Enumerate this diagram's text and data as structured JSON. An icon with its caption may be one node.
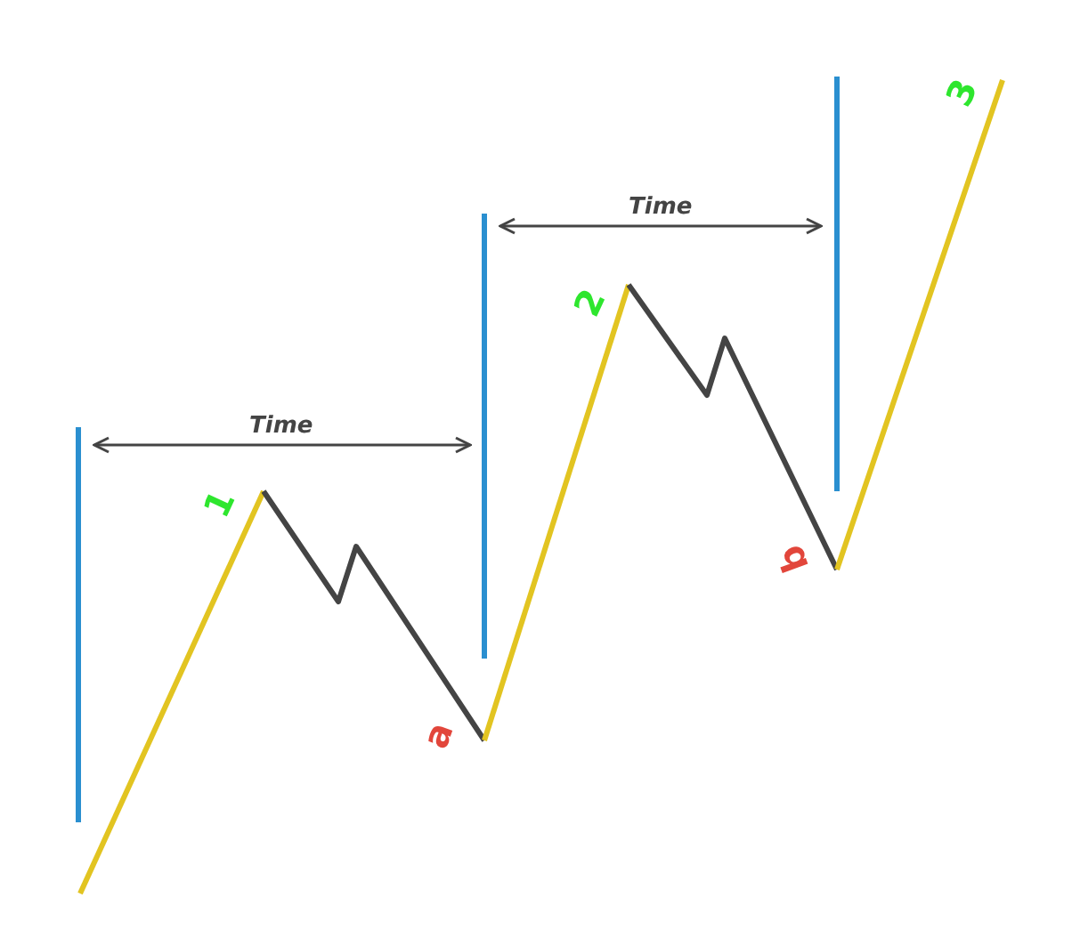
{
  "diagram": {
    "labels": [
      "3",
      "Time",
      "2",
      "Time",
      "1",
      "b",
      "a"
    ]
  }
}
